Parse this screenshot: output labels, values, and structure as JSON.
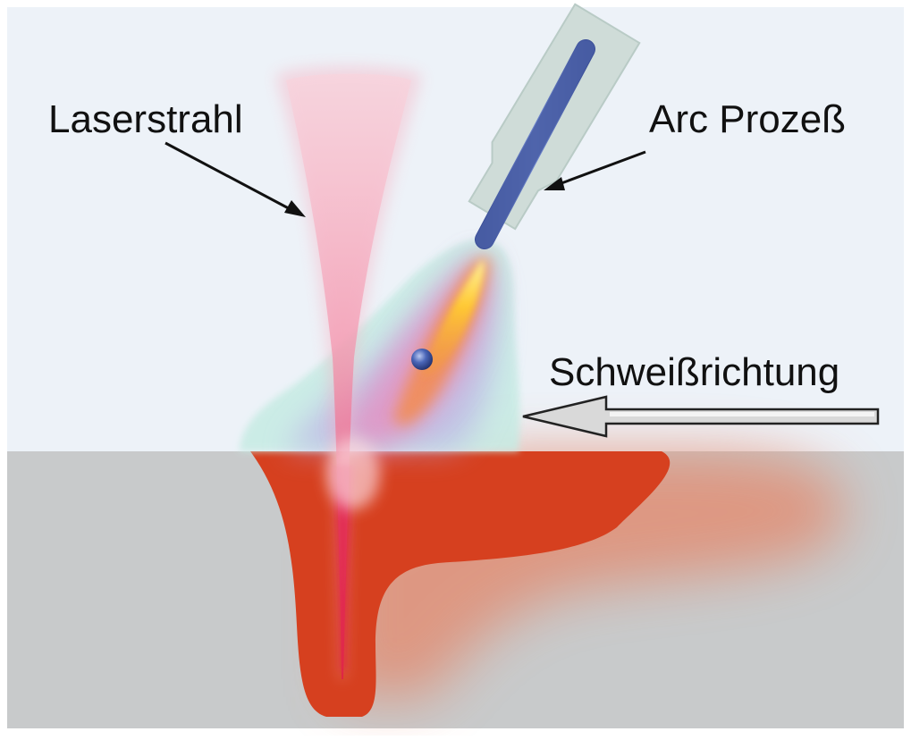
{
  "labels": {
    "laser_beam": "Laserstrahl",
    "arc_process": "Arc Prozeß",
    "welding_direction": "Schweißrichtung"
  },
  "colors": {
    "background_air": "#edf2f8",
    "workpiece": "#c8cacb",
    "melt_pool": "#d6401f",
    "laser": "#f07a98",
    "torch_electrode": "#4a5fa6",
    "torch_nozzle": "#cfdcd8",
    "plasma_glow": "#bfe6dd",
    "arc_core": "#ffd23a",
    "droplet": "#3d5aa8",
    "arrow_fill": "#d6d6d6"
  },
  "icons": {
    "direction_arrow": "left-arrow-icon"
  }
}
